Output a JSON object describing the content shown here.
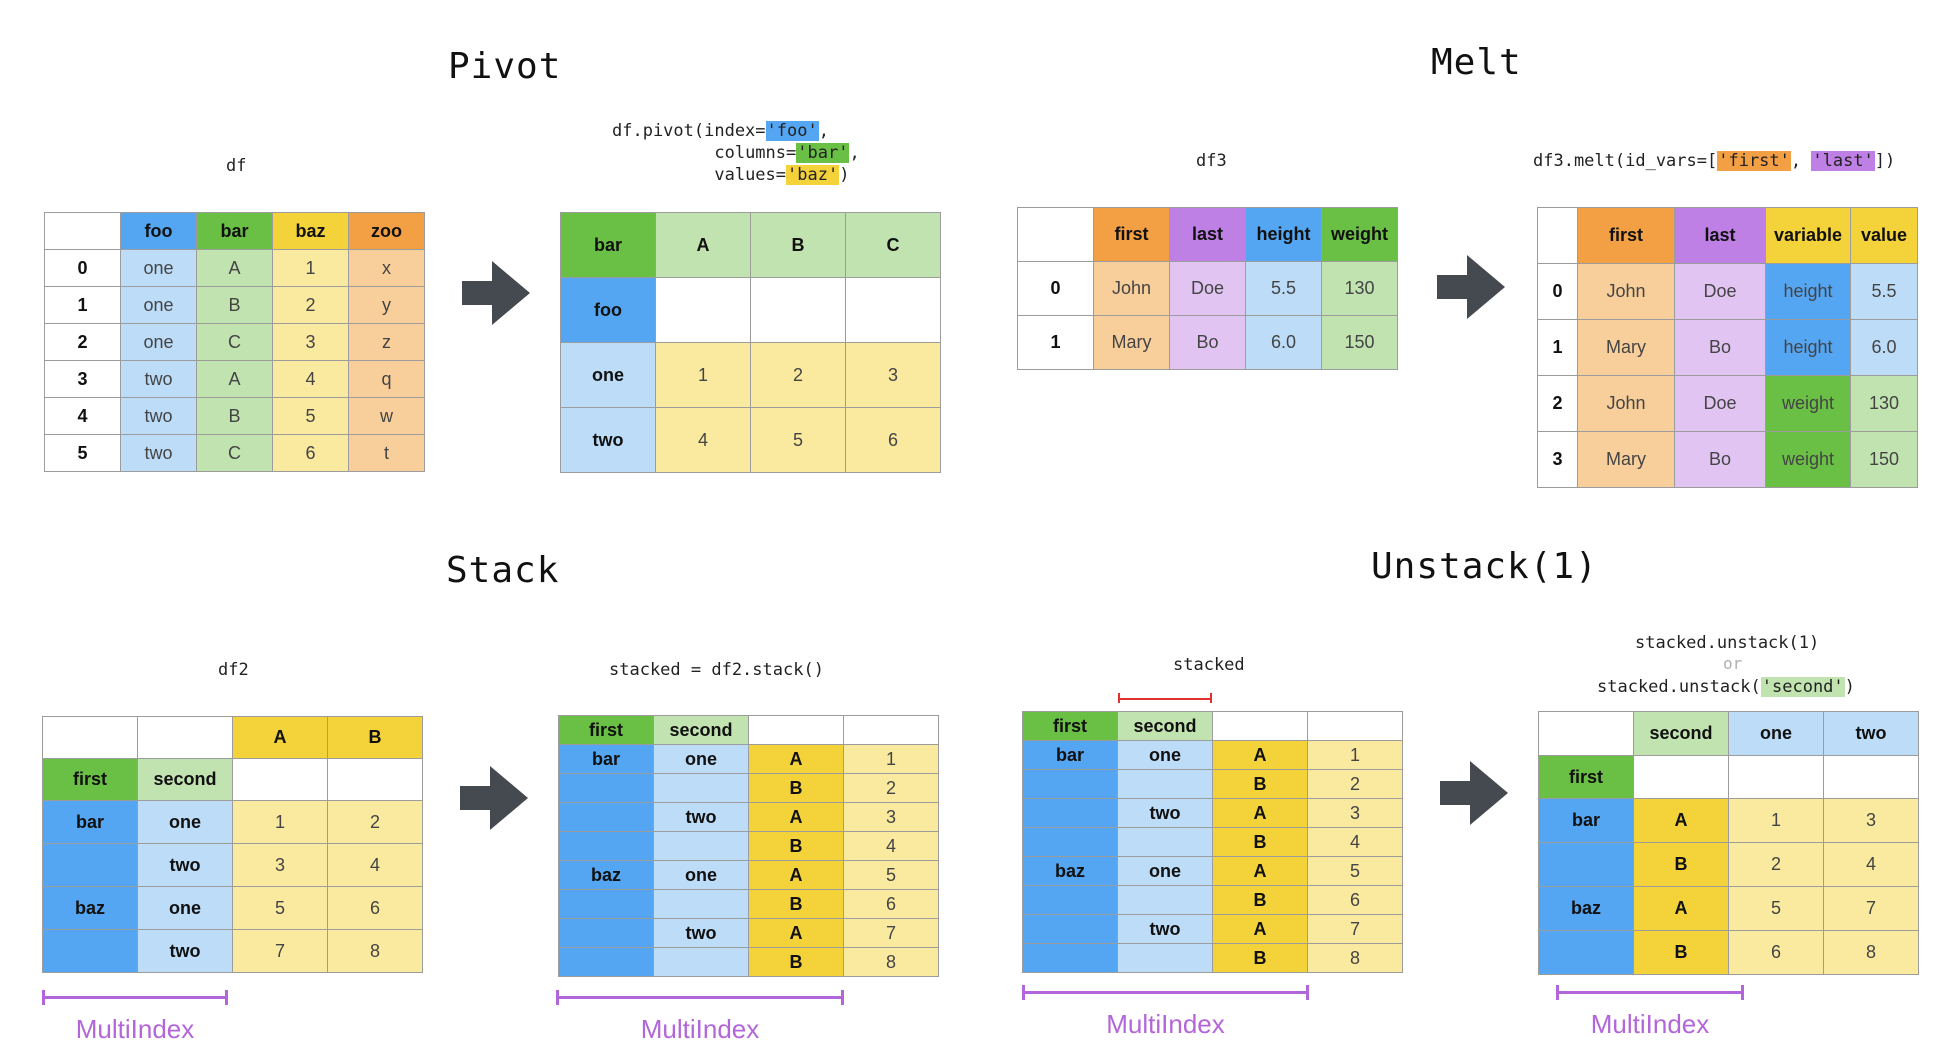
{
  "titles": {
    "pivot": "Pivot",
    "melt": "Melt",
    "stack": "Stack",
    "unstack": "Unstack(1)"
  },
  "colors": {
    "blue": "#54a6f2",
    "lightblue": "#bcdcf8",
    "green": "#6abf45",
    "lightgreen": "#c1e3b0",
    "yellow": "#f3d23a",
    "lightyellow": "#faeaa0",
    "orange": "#f3a044",
    "lightorange": "#f8cf9b",
    "purple": "#bf80e6",
    "lightpurple": "#e1c4f2",
    "arrow": "#454a50",
    "multiindex": "#b366d9"
  },
  "icons": {
    "arrow": "right-arrow-icon"
  },
  "pivot": {
    "df_label": "df",
    "code": {
      "l1_pre": "df.pivot(index=",
      "l1_val": "'foo'",
      "l1_post": ",",
      "l2_pre": "columns=",
      "l2_val": "'bar'",
      "l2_post": ",",
      "l3_pre": "values=",
      "l3_val": "'baz'",
      "l3_post": ")"
    },
    "src": {
      "headers": [
        "foo",
        "bar",
        "baz",
        "zoo"
      ],
      "index": [
        "0",
        "1",
        "2",
        "3",
        "4",
        "5"
      ],
      "rows": [
        [
          "one",
          "A",
          "1",
          "x"
        ],
        [
          "one",
          "B",
          "2",
          "y"
        ],
        [
          "one",
          "C",
          "3",
          "z"
        ],
        [
          "two",
          "A",
          "4",
          "q"
        ],
        [
          "two",
          "B",
          "5",
          "w"
        ],
        [
          "two",
          "C",
          "6",
          "t"
        ]
      ]
    },
    "result": {
      "corner": "bar",
      "columns": [
        "A",
        "B",
        "C"
      ],
      "index_name": "foo",
      "index": [
        "one",
        "two"
      ],
      "values": [
        [
          "1",
          "2",
          "3"
        ],
        [
          "4",
          "5",
          "6"
        ]
      ]
    }
  },
  "melt": {
    "df_label": "df3",
    "code": {
      "pre": "df3.melt(id_vars=[",
      "v1": "'first'",
      "sep": ", ",
      "v2": "'last'",
      "post": "])"
    },
    "src": {
      "headers": [
        "first",
        "last",
        "height",
        "weight"
      ],
      "index": [
        "0",
        "1"
      ],
      "rows": [
        [
          "John",
          "Doe",
          "5.5",
          "130"
        ],
        [
          "Mary",
          "Bo",
          "6.0",
          "150"
        ]
      ]
    },
    "result": {
      "headers": [
        "first",
        "last",
        "variable",
        "value"
      ],
      "index": [
        "0",
        "1",
        "2",
        "3"
      ],
      "rows": [
        [
          "John",
          "Doe",
          "height",
          "5.5"
        ],
        [
          "Mary",
          "Bo",
          "height",
          "6.0"
        ],
        [
          "John",
          "Doe",
          "weight",
          "130"
        ],
        [
          "Mary",
          "Bo",
          "weight",
          "150"
        ]
      ]
    }
  },
  "stack": {
    "df_label": "df2",
    "code": "stacked = df2.stack()",
    "src": {
      "columns": [
        "A",
        "B"
      ],
      "names": [
        "first",
        "second"
      ],
      "rows": [
        [
          "bar",
          "one",
          "1",
          "2"
        ],
        [
          "",
          "two",
          "3",
          "4"
        ],
        [
          "baz",
          "one",
          "5",
          "6"
        ],
        [
          "",
          "two",
          "7",
          "8"
        ]
      ]
    },
    "result": {
      "names": [
        "first",
        "second"
      ],
      "rows": [
        [
          "bar",
          "one",
          "A",
          "1"
        ],
        [
          "",
          "",
          "B",
          "2"
        ],
        [
          "",
          "two",
          "A",
          "3"
        ],
        [
          "",
          "",
          "B",
          "4"
        ],
        [
          "baz",
          "one",
          "A",
          "5"
        ],
        [
          "",
          "",
          "B",
          "6"
        ],
        [
          "",
          "two",
          "A",
          "7"
        ],
        [
          "",
          "",
          "B",
          "8"
        ]
      ]
    },
    "multiindex": "MultiIndex"
  },
  "unstack": {
    "df_label": "stacked",
    "code": {
      "l1": "stacked.unstack(1)",
      "or": "or",
      "l2_pre": "stacked.unstack(",
      "l2_val": "'second'",
      "l2_post": ")"
    },
    "src": {
      "names": [
        "first",
        "second"
      ],
      "rows": [
        [
          "bar",
          "one",
          "A",
          "1"
        ],
        [
          "",
          "",
          "B",
          "2"
        ],
        [
          "",
          "two",
          "A",
          "3"
        ],
        [
          "",
          "",
          "B",
          "4"
        ],
        [
          "baz",
          "one",
          "A",
          "5"
        ],
        [
          "",
          "",
          "B",
          "6"
        ],
        [
          "",
          "two",
          "A",
          "7"
        ],
        [
          "",
          "",
          "B",
          "8"
        ]
      ]
    },
    "result": {
      "corner": "second",
      "columns": [
        "one",
        "two"
      ],
      "index_name": "first",
      "rows": [
        [
          "bar",
          "A",
          "1",
          "3"
        ],
        [
          "",
          "B",
          "2",
          "4"
        ],
        [
          "baz",
          "A",
          "5",
          "7"
        ],
        [
          "",
          "B",
          "6",
          "8"
        ]
      ]
    },
    "multiindex": "MultiIndex"
  }
}
